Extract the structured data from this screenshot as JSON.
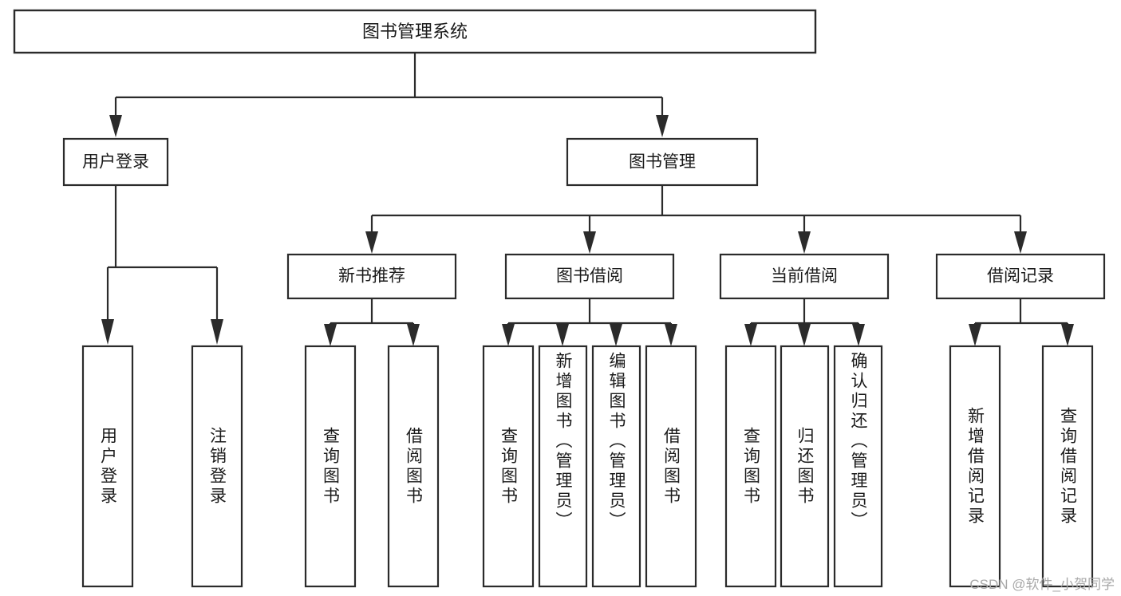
{
  "diagram": {
    "title": "图书管理系统",
    "type": "tree",
    "orientation": "top-down",
    "colors": {
      "stroke": "#2b2b2b",
      "box_fill": "#ffffff",
      "text": "#1a1a1a",
      "background": "#ffffff",
      "watermark": "#a8a8a8"
    },
    "watermark": "CSDN @软件_小贺同学",
    "levels": {
      "root": {
        "label": "图书管理系统"
      },
      "level2": [
        {
          "label": "用户登录"
        },
        {
          "label": "图书管理"
        }
      ],
      "level3": [
        {
          "label": "新书推荐"
        },
        {
          "label": "图书借阅"
        },
        {
          "label": "当前借阅"
        },
        {
          "label": "借阅记录"
        }
      ],
      "leaves": [
        {
          "label": "用户登录",
          "parent": "用户登录"
        },
        {
          "label": "注销登录",
          "parent": "用户登录"
        },
        {
          "label": "查询图书",
          "parent": "新书推荐"
        },
        {
          "label": "借阅图书",
          "parent": "新书推荐"
        },
        {
          "label": "查询图书",
          "parent": "图书借阅"
        },
        {
          "label": "新增图书（管理员）",
          "parent": "图书借阅"
        },
        {
          "label": "编辑图书（管理员）",
          "parent": "图书借阅"
        },
        {
          "label": "借阅图书",
          "parent": "图书借阅"
        },
        {
          "label": "查询图书",
          "parent": "当前借阅"
        },
        {
          "label": "归还图书",
          "parent": "当前借阅"
        },
        {
          "label": "确认归还（管理员）",
          "parent": "当前借阅"
        },
        {
          "label": "新增借阅记录",
          "parent": "借阅记录"
        },
        {
          "label": "查询借阅记录",
          "parent": "借阅记录"
        }
      ]
    }
  }
}
